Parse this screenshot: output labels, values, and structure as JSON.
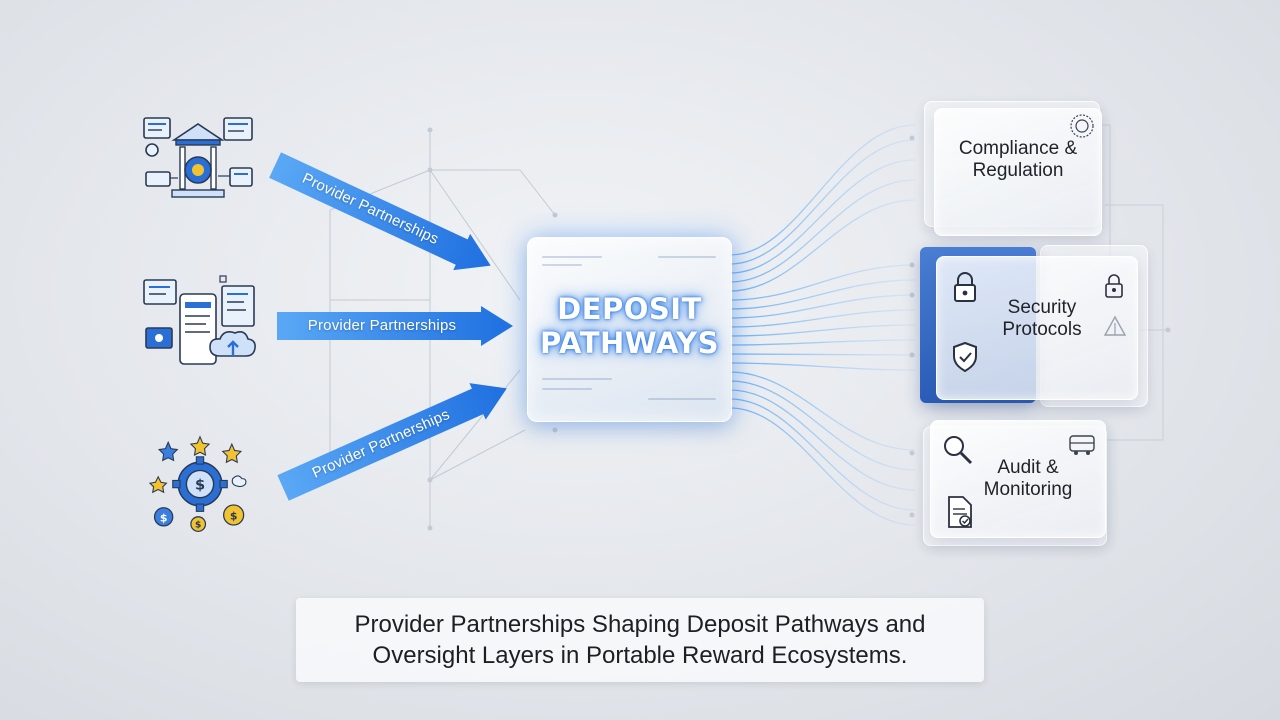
{
  "hub": {
    "title_line1": "DEPOSIT",
    "title_line2": "PATHWAYS"
  },
  "arrows": [
    {
      "label": "Provider Partnerships"
    },
    {
      "label": "Provider Partnerships"
    },
    {
      "label": "Provider Partnerships"
    }
  ],
  "sources": [
    {
      "icon": "bank-building-icon"
    },
    {
      "icon": "app-screens-cloud-icon"
    },
    {
      "icon": "coin-gear-stars-icon"
    }
  ],
  "layers": [
    {
      "line1": "Compliance &",
      "line2": "Regulation",
      "icon": "seal-icon"
    },
    {
      "line1": "Security",
      "line2": "Protocols",
      "icons": [
        "padlock-icon",
        "shield-check-icon",
        "small-lock-icon"
      ]
    },
    {
      "line1": "Audit &",
      "line2": "Monitoring",
      "icons": [
        "magnifier-icon",
        "document-check-icon",
        "bus-icon"
      ]
    }
  ],
  "caption": {
    "line1": "Provider Partnerships Shaping Deposit Pathways and",
    "line2": "Oversight Layers in Portable Reward Ecosystems."
  },
  "colors": {
    "accent": "#1f6fe0",
    "accent_light": "#5aa8f5",
    "hub_glow": "#5aa0ff"
  }
}
